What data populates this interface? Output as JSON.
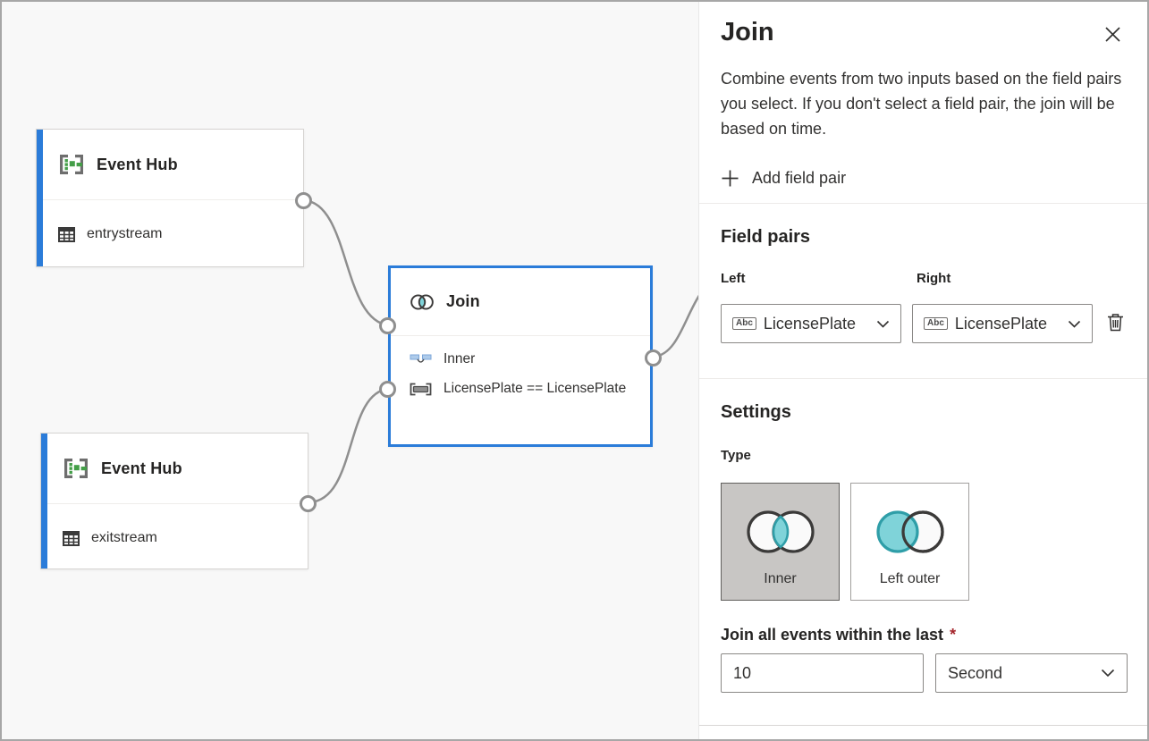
{
  "canvas": {
    "nodes": [
      {
        "id": "eventhub-entry",
        "type": "Event Hub",
        "title": "Event Hub",
        "stream": "entrystream"
      },
      {
        "id": "join",
        "type": "Join",
        "title": "Join",
        "rows": [
          {
            "icon": "window-inner-icon",
            "text": "Inner"
          },
          {
            "icon": "expression-icon",
            "text": "LicensePlate == LicensePlate"
          }
        ]
      },
      {
        "id": "eventhub-exit",
        "type": "Event Hub",
        "title": "Event Hub",
        "stream": "exitstream"
      }
    ]
  },
  "panel": {
    "title": "Join",
    "description": "Combine events from two inputs based on the field pairs you select. If you don't select a field pair, the join will be based on time.",
    "add_field_pair_label": "Add field pair",
    "field_pairs": {
      "heading": "Field pairs",
      "left_label": "Left",
      "right_label": "Right",
      "left_value": "LicensePlate",
      "right_value": "LicensePlate",
      "field_type_badge": "Abc"
    },
    "settings": {
      "heading": "Settings",
      "type_label": "Type",
      "type_options": [
        {
          "label": "Inner",
          "selected": true
        },
        {
          "label": "Left outer",
          "selected": false
        }
      ],
      "duration_label": "Join all events within the last",
      "required_marker": "*",
      "duration_value": "10",
      "duration_unit": "Second"
    }
  },
  "colors": {
    "accent_blue": "#2b7cd9",
    "teal_fill": "#7fd3d9",
    "teal_stroke": "#2f9ea8",
    "required_red": "#a4262c",
    "canvas_bg": "#f8f8f8",
    "selected_card_bg": "#c8c6c4"
  }
}
